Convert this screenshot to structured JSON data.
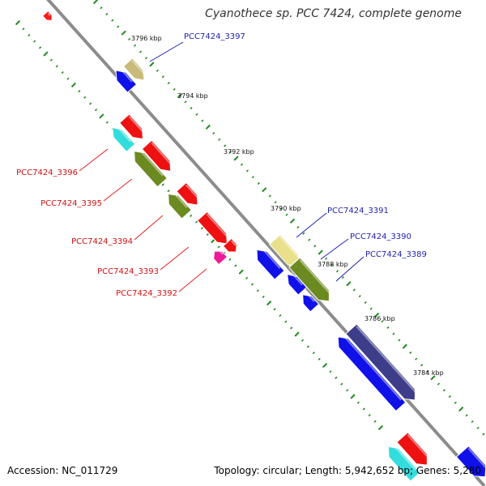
{
  "title": "Cyanothece sp. PCC 7424, complete genome",
  "footer": {
    "accession": "Accession: NC_011729",
    "summary": "Topology: circular; Length: 5,942,652 bp; Genes: 5,280"
  },
  "colors": {
    "backbone": "#8c8c8c",
    "tick": "#1f8a1f",
    "forward_label": "#1f1fb0",
    "reverse_label": "#d01010",
    "leader": "#1f1fb0",
    "leader_reverse": "#e02020"
  },
  "scale_labels": [
    "3796 kbp",
    "3794 kbp",
    "3792 kbp",
    "3790 kbp",
    "3788 kbp",
    "3786 kbp",
    "3784 kbp"
  ],
  "gene_labels": {
    "forward": [
      "PCC7424_3397",
      "PCC7424_3391",
      "PCC7424_3390",
      "PCC7424_3389"
    ],
    "reverse": [
      "PCC7424_3396",
      "PCC7424_3395",
      "PCC7424_3394",
      "PCC7424_3393",
      "PCC7424_3392"
    ]
  },
  "genes": [
    {
      "id": "g-top-red",
      "color": "#ff1a1a",
      "strand": "forward"
    },
    {
      "id": "g-3397",
      "color": "#c8bb7a",
      "strand": "forward"
    },
    {
      "id": "g-3397b",
      "color": "#1010e8",
      "strand": "reverse"
    },
    {
      "id": "g-cyan1",
      "color": "#33dddd",
      "strand": "reverse"
    },
    {
      "id": "g-red1",
      "color": "#ee1111",
      "strand": "forward"
    },
    {
      "id": "g-olive1",
      "color": "#6b8a20",
      "strand": "reverse"
    },
    {
      "id": "g-red2",
      "color": "#ee1111",
      "strand": "forward"
    },
    {
      "id": "g-olive2",
      "color": "#6b8a20",
      "strand": "reverse"
    },
    {
      "id": "g-red3",
      "color": "#ee1111",
      "strand": "forward"
    },
    {
      "id": "g-olive3",
      "color": "#6b8a20",
      "strand": "reverse"
    },
    {
      "id": "g-red4",
      "color": "#ee1111",
      "strand": "forward"
    },
    {
      "id": "g-magenta",
      "color": "#ee1a9a",
      "strand": "reverse"
    },
    {
      "id": "g-red5",
      "color": "#ee1111",
      "strand": "forward"
    },
    {
      "id": "g-khaki",
      "color": "#e8e08a",
      "strand": "forward"
    },
    {
      "id": "g-blue1",
      "color": "#1010e8",
      "strand": "reverse"
    },
    {
      "id": "g-olive4",
      "color": "#6b8a20",
      "strand": "forward"
    },
    {
      "id": "g-blue2",
      "color": "#1010e8",
      "strand": "reverse"
    },
    {
      "id": "g-blue3",
      "color": "#1010e8",
      "strand": "reverse"
    },
    {
      "id": "g-navy",
      "color": "#3d3d8a",
      "strand": "forward"
    },
    {
      "id": "g-blue4",
      "color": "#1010e8",
      "strand": "reverse"
    },
    {
      "id": "g-red6",
      "color": "#ee1111",
      "strand": "forward"
    },
    {
      "id": "g-cyan2",
      "color": "#33dddd",
      "strand": "reverse"
    },
    {
      "id": "g-blue5",
      "color": "#1010e8",
      "strand": "forward"
    }
  ]
}
